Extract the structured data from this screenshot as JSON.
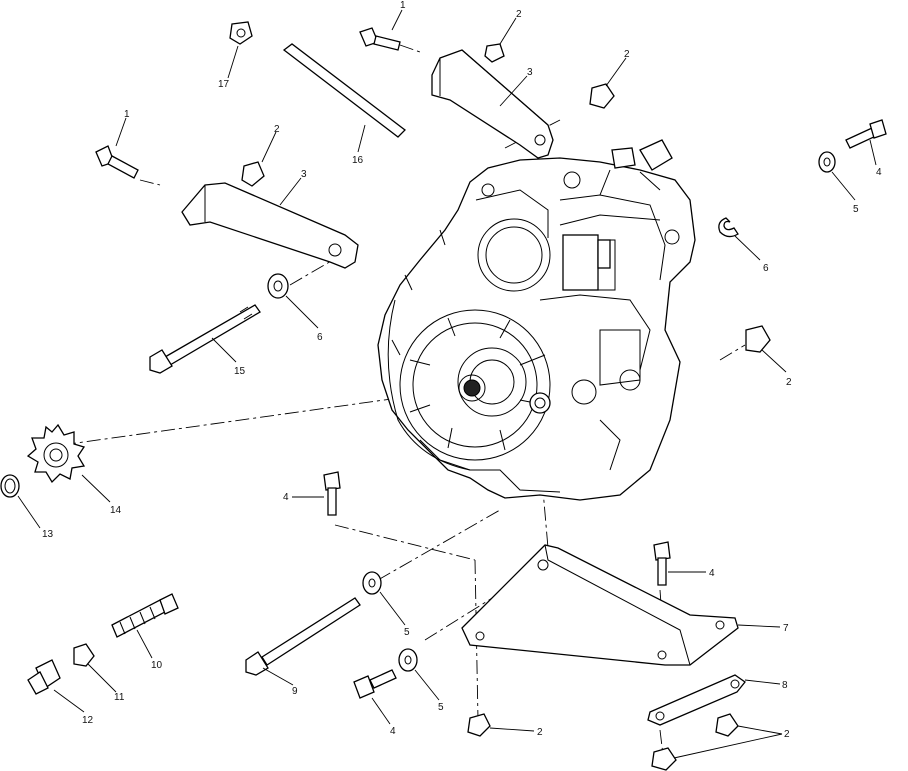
{
  "callouts": {
    "c_1a": "1",
    "c_2a": "2",
    "c_2b": "2",
    "c_3a": "3",
    "c_4a": "4",
    "c_5a": "5",
    "c_17": "17",
    "c_16": "16",
    "c_1b": "1",
    "c_2c": "2",
    "c_3b": "3",
    "c_6a": "6",
    "c_15": "15",
    "c_6b": "6",
    "c_2d": "2",
    "c_14": "14",
    "c_13": "13",
    "c_4b": "4",
    "c_5b": "5",
    "c_4c": "4",
    "c_7": "7",
    "c_10": "10",
    "c_9": "9",
    "c_5c": "5",
    "c_8": "8",
    "c_12": "12",
    "c_11": "11",
    "c_4d": "4",
    "c_2e": "2",
    "c_2f": "2"
  }
}
